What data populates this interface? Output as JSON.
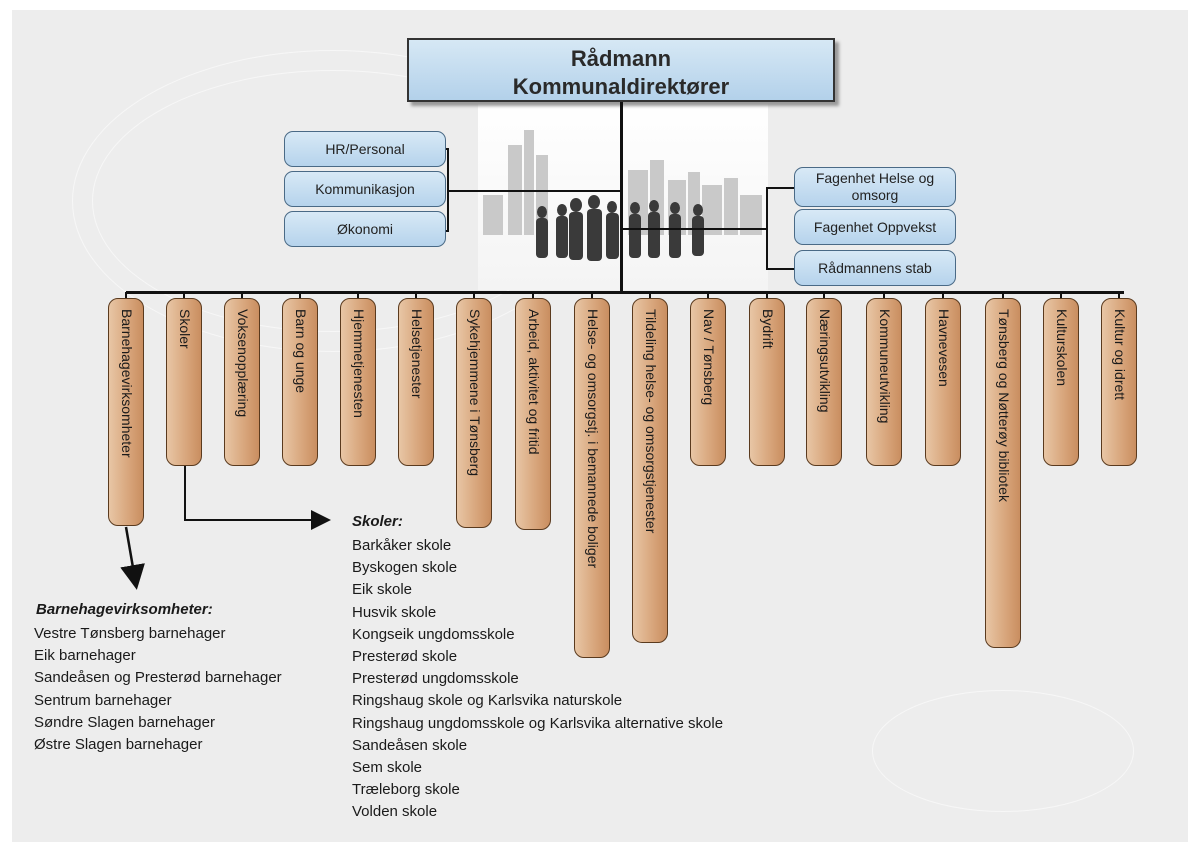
{
  "top": {
    "line1": "Rådmann",
    "line2": "Kommunaldirektører"
  },
  "left_staff": [
    "HR/Personal",
    "Kommunikasjon",
    "Økonomi"
  ],
  "right_staff": [
    "Fagenhet Helse og omsorg",
    "Fagenhet Oppvekst",
    "Rådmannens stab"
  ],
  "units": [
    "Barnehagevirksomheter",
    "Skoler",
    "Voksenopplæring",
    "Barn og unge",
    "Hjemmetjenesten",
    "Helsetjenester",
    "Sykehjemmene i Tønsberg",
    "Arbeid, aktivitet og fritid",
    "Helse- og omsorgstj. i bemannede boliger",
    "Tildeling helse- og omsorgstjenester",
    "Nav / Tønsberg",
    "Bydrift",
    "Næringsutvikling",
    "Kommuneutvikling",
    "Havnevesen",
    "Tønsberg og Nøtterøy bibliotek",
    "Kulturskolen",
    "Kultur og idrett"
  ],
  "barnehage": {
    "title": "Barnehagevirksomheter:",
    "items": [
      "Vestre Tønsberg barnehager",
      "Eik barnehager",
      "Sandeåsen og Presterød barnehager",
      "Sentrum barnehager",
      "Søndre Slagen barnehager",
      "Østre Slagen barnehager"
    ]
  },
  "skoler": {
    "title": "Skoler:",
    "items": [
      "Barkåker skole",
      "Byskogen skole",
      "Eik skole",
      "Husvik skole",
      "Kongseik ungdomsskole",
      "Presterød skole",
      "Presterød ungdomsskole",
      "Ringshaug skole og Karlsvika naturskole",
      "Ringshaug ungdomsskole og Karlsvika alternative skole",
      "Sandeåsen skole",
      "Sem skole",
      "Træleborg skole",
      "Volden skole"
    ]
  }
}
